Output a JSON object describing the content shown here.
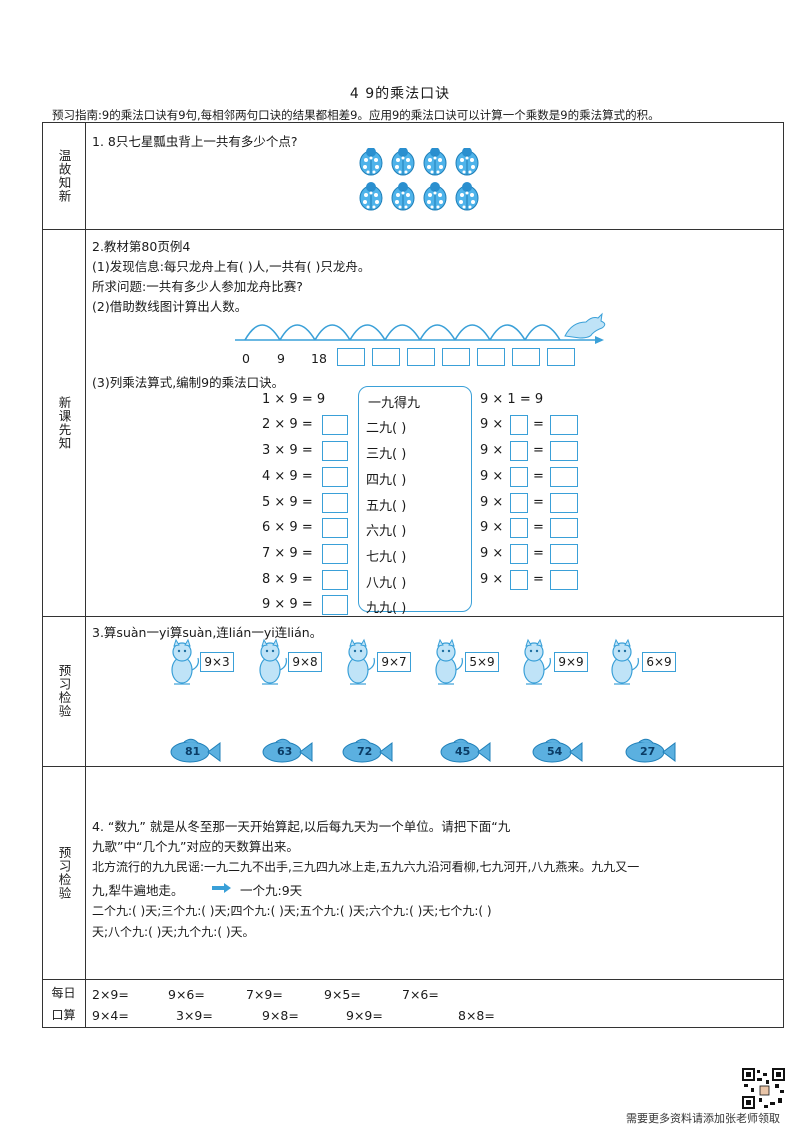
{
  "title": "4  9的乘法口诀",
  "guide": "预习指南:9的乘法口诀有9句,每相邻两句口诀的结果都相差9。应用9的乘法口诀可以计算一个乘数是9的乘法算式的积。",
  "sections": {
    "s1_label": "温故知新",
    "s2_label": "新课先知",
    "s3_label": "预习检验",
    "s4_label": "预习检验",
    "s5_label": "每日口算"
  },
  "q1": {
    "text": "1. 8只七星瓢虫背上一共有多少个点?"
  },
  "q2": {
    "head": "2.教材第80页例4",
    "p1": "(1)发现信息:每只龙舟上有(     )人,一共有(     )只龙舟。",
    "p2": "所求问题:一共有多少人参加龙舟比赛?",
    "p3": "(2)借助数线图计算出人数。",
    "nl0": "0",
    "nl9": "9",
    "nl18": "18",
    "p4": "(3)列乘法算式,编制9的乘法口诀。",
    "rows": [
      {
        "left": "1 × 9 = 9",
        "mid": "一九得九",
        "right": "9 × 1 = 9"
      },
      {
        "left": "2 × 9 =",
        "mid": "二九(          )",
        "right": "9 ×"
      },
      {
        "left": "3 × 9 =",
        "mid": "三九(          )",
        "right": "9 ×"
      },
      {
        "left": "4 × 9 =",
        "mid": "四九(          )",
        "right": "9 ×"
      },
      {
        "left": "5 × 9 =",
        "mid": "五九(          )",
        "right": "9 ×"
      },
      {
        "left": "6 × 9 =",
        "mid": "六九(          )",
        "right": "9 ×"
      },
      {
        "left": "7 × 9 =",
        "mid": "七九(          )",
        "right": "9 ×"
      },
      {
        "left": "8 × 9 =",
        "mid": "八九(          )",
        "right": "9 ×"
      },
      {
        "left": "9 × 9 =",
        "mid": "九九(          )",
        "right": ""
      }
    ],
    "eq_sign": "="
  },
  "q3": {
    "text": "3.算suàn一yi算suàn,连lián一yi连lián。",
    "cards": [
      "9×3",
      "9×8",
      "9×7",
      "5×9",
      "9×9",
      "6×9"
    ],
    "fish": [
      "81",
      "63",
      "72",
      "45",
      "54",
      "27"
    ]
  },
  "q4": {
    "l1": "4.  “数九” 就是从冬至那一天开始算起,以后每九天为一个单位。请把下面“九",
    "l2": "九歌”中“几个九”对应的天数算出来。",
    "l3": "北方流行的九九民谣:一九二九不出手,三九四九冰上走,五九六九沿河看柳,七九河开,八九燕来。九九又一",
    "l4a": "九,犁牛遍地走。",
    "l4b": "一个九:9天",
    "l5": "二个九:(     )天;三个九:(     )天;四个九:(     )天;五个九:(     )天;六个九:(     )天;七个九:(     )",
    "l6": "天;八个九:(     )天;九个九:(     )天。"
  },
  "daily": {
    "row1": [
      "2×9=",
      "9×6=",
      "7×9=",
      "9×5=",
      "7×6="
    ],
    "row2": [
      "9×4=",
      "3×9=",
      "9×8=",
      "9×9=",
      "8×8="
    ]
  },
  "footer": "需要更多资料请添加张老师领取",
  "colors": {
    "accent": "#3aa0d8",
    "fish": "#5bb0e0",
    "bug": "#4fb3ea"
  }
}
